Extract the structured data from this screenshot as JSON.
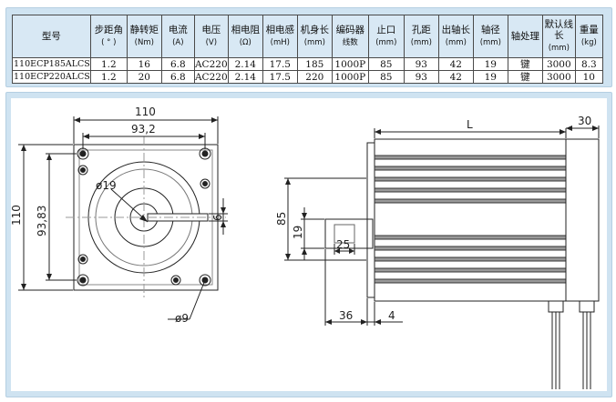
{
  "table": {
    "headers": [
      {
        "label": "型号",
        "unit": ""
      },
      {
        "label": "步距角",
        "unit": "( ° )"
      },
      {
        "label": "静转矩",
        "unit": "(Nm)"
      },
      {
        "label": "电流",
        "unit": "(A)"
      },
      {
        "label": "电压",
        "unit": "(V)"
      },
      {
        "label": "相电阻",
        "unit": "(Ω)"
      },
      {
        "label": "相电感",
        "unit": "(mH)"
      },
      {
        "label": "机身长",
        "unit": "(mm)"
      },
      {
        "label": "编码器",
        "unit": "线数"
      },
      {
        "label": "止口",
        "unit": "(mm)"
      },
      {
        "label": "孔距",
        "unit": "(mm)"
      },
      {
        "label": "出轴长",
        "unit": "(mm)"
      },
      {
        "label": "轴径",
        "unit": "(mm)"
      },
      {
        "label": "轴处理",
        "unit": ""
      },
      {
        "label": "默认线长",
        "unit": "(mm)"
      },
      {
        "label": "重量",
        "unit": "(kg)"
      }
    ],
    "rows": [
      [
        "110ECP185ALCS",
        "1.2",
        "16",
        "6.8",
        "AC220",
        "2.14",
        "17.5",
        "185",
        "1000P",
        "85",
        "93",
        "42",
        "19",
        "键",
        "3000",
        "8.3"
      ],
      [
        "110ECP220ALCS",
        "1.2",
        "20",
        "6.8",
        "AC220",
        "2.14",
        "17.5",
        "220",
        "1000P",
        "85",
        "93",
        "42",
        "19",
        "键",
        "3000",
        "10"
      ]
    ]
  },
  "drawing": {
    "front": {
      "dim_width": "110",
      "dim_hole_spacing": "93,2",
      "dim_height": "110",
      "dim_hole_spacing_v": "93,83",
      "dim_boss_dia": "ø19",
      "dim_key": "6",
      "dim_hole_dia": "ø9"
    },
    "side": {
      "dim_length": "L",
      "dim_connector": "30",
      "dim_pilot": "85",
      "dim_shaft_dia": "19",
      "dim_key_len": "25",
      "dim_shaft_len": "36",
      "dim_flange": "4"
    }
  },
  "colors": {
    "frame": "#cfe3f1",
    "header_bg": "#d8e8f4",
    "line": "#222222"
  }
}
